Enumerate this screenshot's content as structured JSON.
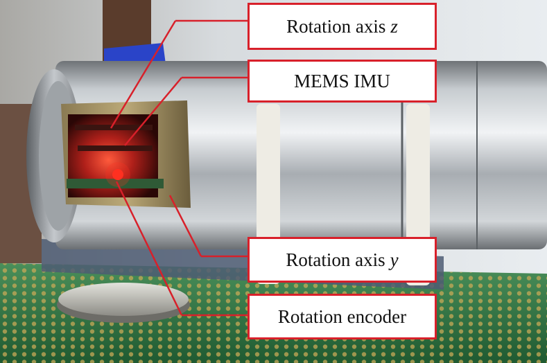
{
  "labels": {
    "rotation_axis_z": {
      "text": "Rotation axis",
      "var": "z"
    },
    "mems_imu": {
      "text": "MEMS IMU"
    },
    "rotation_axis_y": {
      "text": "Rotation axis",
      "var": "y"
    },
    "rotation_encoder": {
      "text": "Rotation encoder"
    }
  },
  "colors": {
    "callout_border": "#d8202a",
    "leader_line": "#d8202a",
    "pcb_green": "#2f7a45",
    "metal": "#b9bec2"
  }
}
